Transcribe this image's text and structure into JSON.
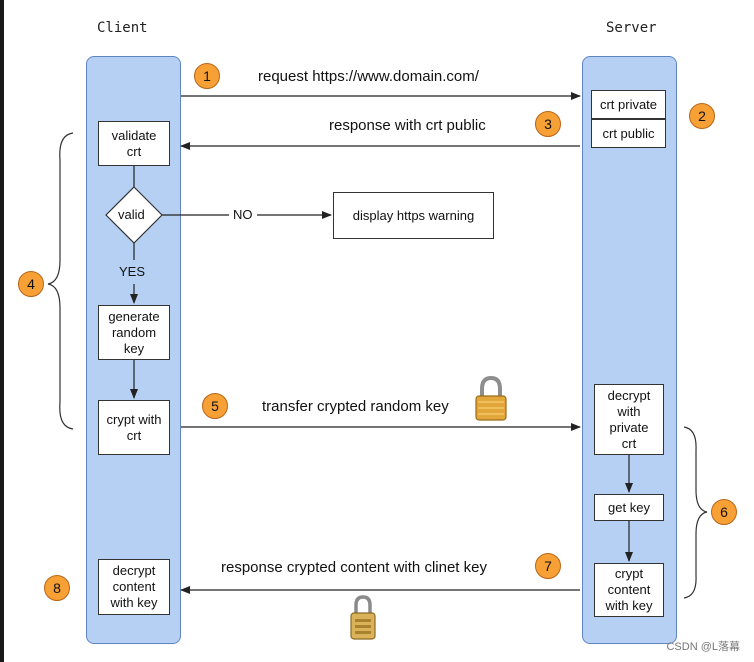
{
  "lanes": {
    "client": "Client",
    "server": "Server"
  },
  "boxes": {
    "validate_crt": "validate\ncrt",
    "valid": "valid",
    "display_warning": "display https warning",
    "generate_key": "generate\nrandom\nkey",
    "crypt_with_crt": "crypt with\ncrt",
    "decrypt_content": "decrypt\ncontent\nwith key",
    "crt_private": "crt private",
    "crt_public": "crt public",
    "decrypt_private": "decrypt\nwith\nprivate\ncrt",
    "get_key": "get key",
    "crypt_content": "crypt\ncontent\nwith key"
  },
  "edges": {
    "no": "NO",
    "yes": "YES",
    "request": "request https://www.domain.com/",
    "response_public": "response with crt public",
    "transfer_key": "transfer crypted random key",
    "response_content": "response crypted content with clinet key"
  },
  "steps": [
    "1",
    "2",
    "3",
    "4",
    "5",
    "6",
    "7",
    "8"
  ],
  "footer": {
    "credit": "CSDN @L落幕"
  },
  "icons": [
    "lock-icon",
    "lock-icon"
  ],
  "colors": {
    "lane_fill": "#b6d0f3",
    "badge_fill": "#f7a035"
  }
}
